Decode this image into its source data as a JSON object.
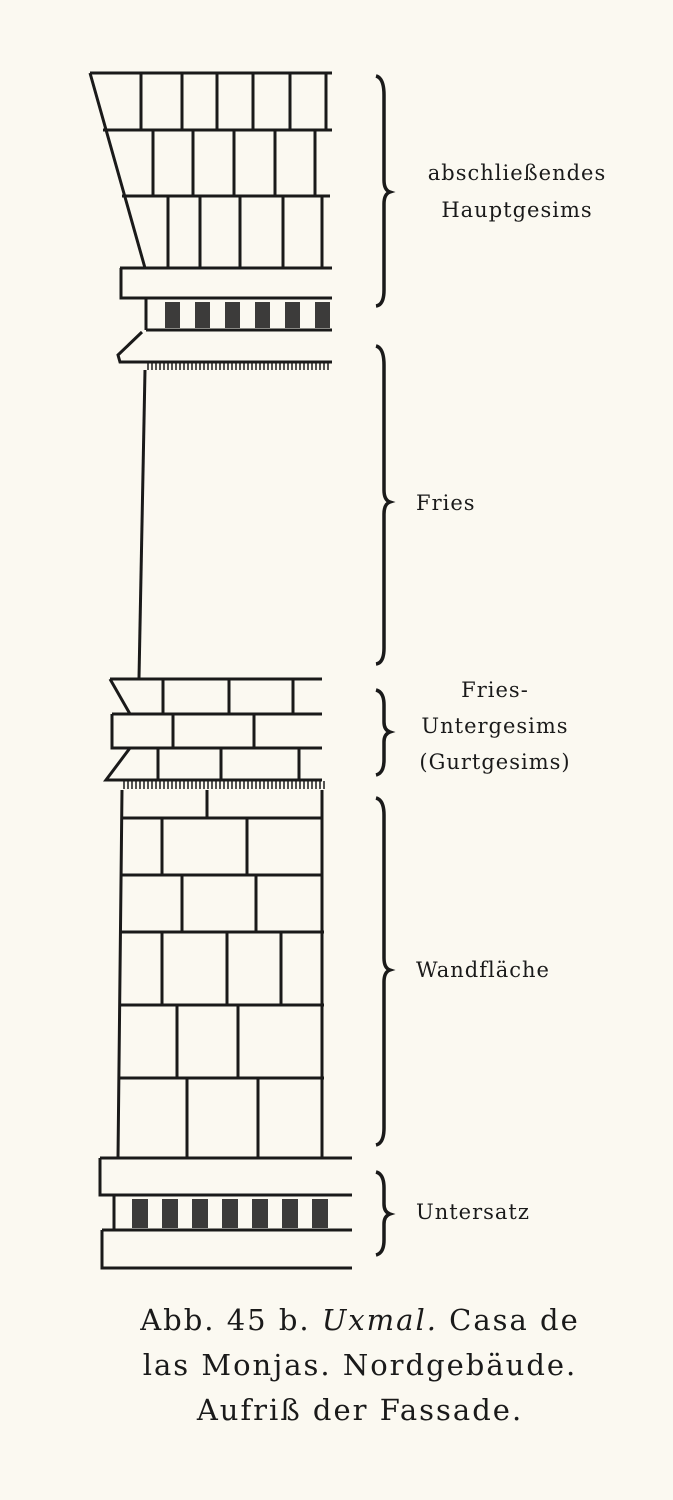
{
  "labels": {
    "hauptgesims": [
      "abschließendes",
      "Hauptgesims"
    ],
    "fries": "Fries",
    "untergesims": [
      "Fries-",
      "Untergesims",
      "(Gurtgesims)"
    ],
    "wandflaeche": "Wandfläche",
    "untersatz": "Untersatz"
  },
  "caption": {
    "fig": "Abb. 45 b.",
    "place": "Uxmal.",
    "line1_rest": "Casa de",
    "line2": "las Monjas. Nordgebäude.",
    "line3": "Aufriß der Fassade."
  },
  "colors": {
    "ink": "#1a1a1a",
    "paper": "#fbf9f1"
  }
}
